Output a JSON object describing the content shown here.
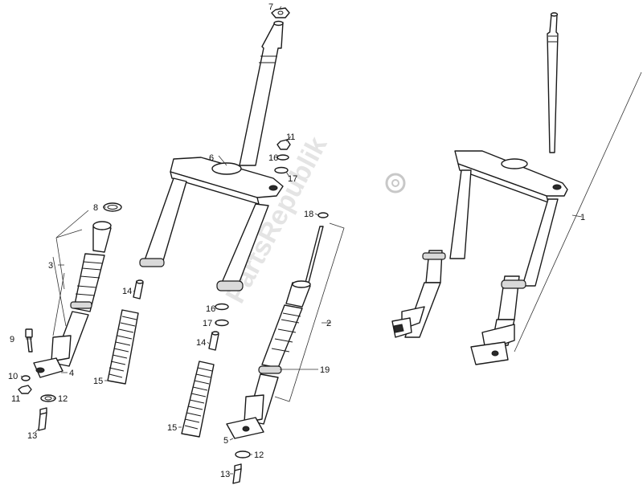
{
  "watermark": {
    "text": "PartsRepublik"
  },
  "callouts": [
    {
      "id": "c1",
      "label": "1"
    },
    {
      "id": "c2",
      "label": "2"
    },
    {
      "id": "c3",
      "label": "3"
    },
    {
      "id": "c4",
      "label": "4"
    },
    {
      "id": "c5",
      "label": "5"
    },
    {
      "id": "c6",
      "label": "6"
    },
    {
      "id": "c7",
      "label": "7"
    },
    {
      "id": "c8",
      "label": "8"
    },
    {
      "id": "c9",
      "label": "9"
    },
    {
      "id": "c10",
      "label": "10"
    },
    {
      "id": "c11a",
      "label": "11"
    },
    {
      "id": "c11b",
      "label": "11"
    },
    {
      "id": "c12a",
      "label": "12"
    },
    {
      "id": "c12b",
      "label": "12"
    },
    {
      "id": "c13a",
      "label": "13"
    },
    {
      "id": "c13b",
      "label": "13"
    },
    {
      "id": "c14a",
      "label": "14"
    },
    {
      "id": "c14b",
      "label": "14"
    },
    {
      "id": "c15a",
      "label": "15"
    },
    {
      "id": "c15b",
      "label": "15"
    },
    {
      "id": "c16a",
      "label": "16"
    },
    {
      "id": "c16b",
      "label": "16"
    },
    {
      "id": "c17a",
      "label": "17"
    },
    {
      "id": "c17b",
      "label": "17"
    },
    {
      "id": "c18",
      "label": "18"
    },
    {
      "id": "c19",
      "label": "19"
    }
  ]
}
